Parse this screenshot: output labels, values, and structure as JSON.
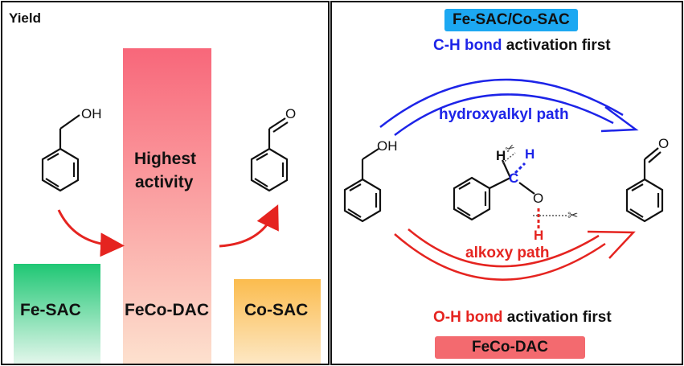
{
  "left_panel": {
    "axis_label": "Yield",
    "bars": [
      {
        "label": "Fe-SAC",
        "level": "low",
        "color_top": "#1fc774",
        "color_bottom": "#e9f8ef"
      },
      {
        "label": "FeCo-DAC",
        "level": "highest",
        "color_top": "#f8677a",
        "color_bottom": "#fde2cf"
      },
      {
        "label": "Co-SAC",
        "level": "low",
        "color_top": "#fbbc4e",
        "color_bottom": "#fde9c8"
      }
    ],
    "highlight_line1": "Highest",
    "highlight_line2": "activity",
    "reactant_group": "OH",
    "product_group": "O",
    "arrow_color": "#e52420"
  },
  "right_panel": {
    "top_catalyst": "Fe-SAC/Co-SAC",
    "top_catalyst_color": "#1ca8f2",
    "top_prefix": "C-H bond",
    "top_suffix": " activation first",
    "top_color": "#1d24e8",
    "top_path": "hydroxyalkyl path",
    "bottom_path": "alkoxy path",
    "bottom_prefix": "O-H bond",
    "bottom_suffix": " activation first",
    "bottom_color": "#e52420",
    "bottom_catalyst": "FeCo-DAC",
    "bottom_catalyst_color": "#f36a6f",
    "reactant_group": "OH",
    "product_group": "O",
    "atom_h": "H",
    "atom_c": "C",
    "atom_o": "O",
    "scissors_icon": "✂"
  }
}
